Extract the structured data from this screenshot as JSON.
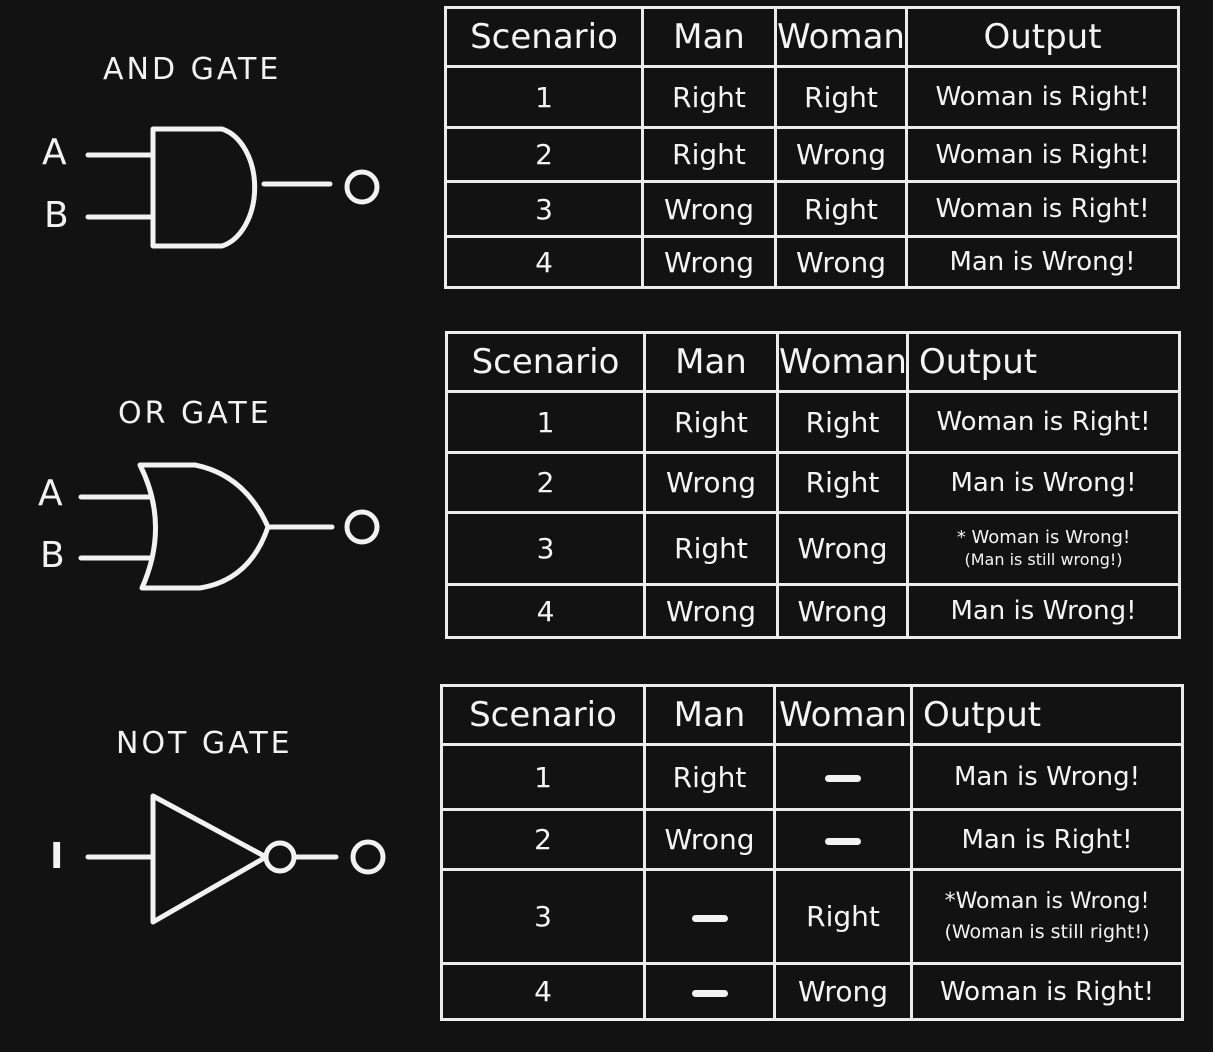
{
  "and_gate": {
    "title": "AND GATE",
    "inputs": [
      "A",
      "B"
    ],
    "output": "O",
    "table": {
      "headers": [
        "Scenario",
        "Man",
        "Woman",
        "Output"
      ],
      "rows": [
        {
          "scenario": "1",
          "man": "Right",
          "woman": "Right",
          "output": "Woman is Right!"
        },
        {
          "scenario": "2",
          "man": "Right",
          "woman": "Wrong",
          "output": "Woman is Right!"
        },
        {
          "scenario": "3",
          "man": "Wrong",
          "woman": "Right",
          "output": "Woman is Right!"
        },
        {
          "scenario": "4",
          "man": "Wrong",
          "woman": "Wrong",
          "output": "Man is Wrong!"
        }
      ]
    }
  },
  "or_gate": {
    "title": "OR GATE",
    "inputs": [
      "A",
      "B"
    ],
    "output": "O",
    "table": {
      "headers": [
        "Scenario",
        "Man",
        "Woman",
        "Output"
      ],
      "rows": [
        {
          "scenario": "1",
          "man": "Right",
          "woman": "Right",
          "output": "Woman is Right!"
        },
        {
          "scenario": "2",
          "man": "Wrong",
          "woman": "Right",
          "output": "Man is Wrong!"
        },
        {
          "scenario": "3",
          "man": "Right",
          "woman": "Wrong",
          "output": "* Woman is Wrong!",
          "output_note": "(Man is still wrong!)"
        },
        {
          "scenario": "4",
          "man": "Wrong",
          "woman": "Wrong",
          "output": "Man is Wrong!"
        }
      ]
    }
  },
  "not_gate": {
    "title": "NOT GATE",
    "inputs": [
      "I"
    ],
    "output": "O",
    "table": {
      "headers": [
        "Scenario",
        "Man",
        "Woman",
        "Output"
      ],
      "rows": [
        {
          "scenario": "1",
          "man": "Right",
          "woman": "—",
          "output": "Man is Wrong!"
        },
        {
          "scenario": "2",
          "man": "Wrong",
          "woman": "—",
          "output": "Man is Right!"
        },
        {
          "scenario": "3",
          "man": "—",
          "woman": "Right",
          "output": "*Woman is Wrong!",
          "output_note": "(Woman is still right!)"
        },
        {
          "scenario": "4",
          "man": "—",
          "woman": "Wrong",
          "output": "Woman is Right!"
        }
      ]
    }
  },
  "colors": {
    "background": "#121212",
    "ink": "#f2f2f2"
  }
}
